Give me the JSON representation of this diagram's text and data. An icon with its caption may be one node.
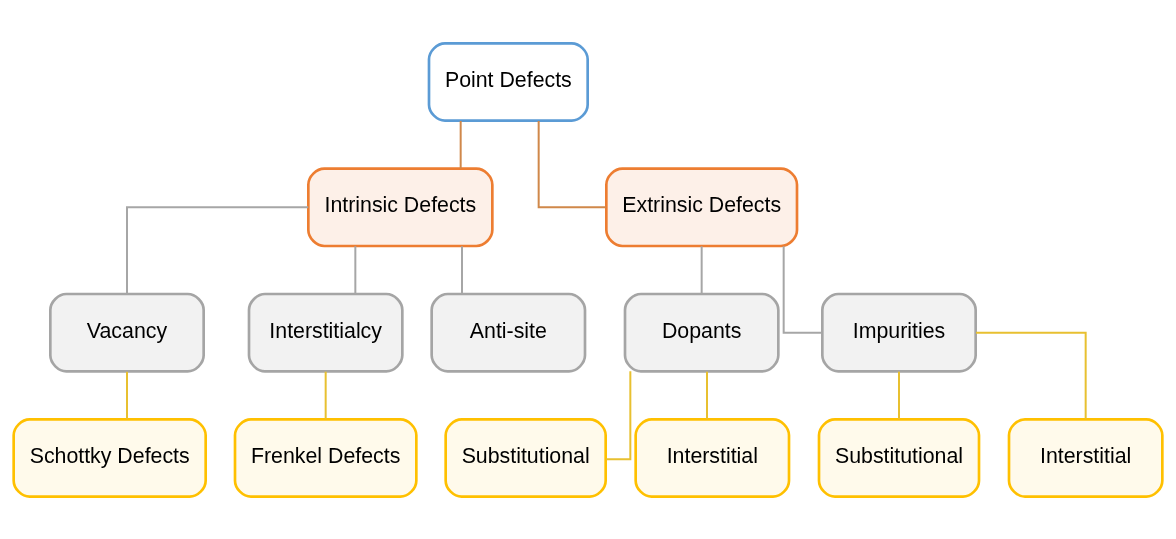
{
  "diagram": {
    "nodes": [
      {
        "text": [
          "Point Defects"
        ]
      },
      {
        "text": [
          "Intrinsic Defects"
        ]
      },
      {
        "text": [
          "Extrinsic Defects"
        ]
      },
      {
        "text": [
          "Vacancy"
        ]
      },
      {
        "text": [
          "Interstitialcy"
        ]
      },
      {
        "text": [
          "Anti-site"
        ]
      },
      {
        "text": [
          "Dopants"
        ]
      },
      {
        "text": [
          "Impurities"
        ]
      },
      {
        "text": [
          "Schottky Defects"
        ]
      },
      {
        "text": [
          "Frenkel Defects"
        ]
      },
      {
        "text": [
          "Substitutional"
        ]
      },
      {
        "text": [
          "Interstitial"
        ]
      },
      {
        "text": [
          "Substitutional"
        ]
      },
      {
        "text": [
          "Interstitial"
        ]
      }
    ],
    "edges": [
      {
        "from": 0,
        "to": 1,
        "arrow": "none",
        "color": "#d0884a"
      },
      {
        "from": 0,
        "to": 2,
        "arrow": "none",
        "color": "#d0884a"
      },
      {
        "from": 1,
        "to": 3,
        "arrow": "none",
        "color": "#a6a6a6"
      },
      {
        "from": 1,
        "to": 4,
        "arrow": "none",
        "color": "#a6a6a6"
      },
      {
        "from": 1,
        "to": 5,
        "arrow": "none",
        "color": "#a6a6a6"
      },
      {
        "from": 2,
        "to": 6,
        "arrow": "none",
        "color": "#a6a6a6"
      },
      {
        "from": 2,
        "to": 7,
        "arrow": "none",
        "color": "#a6a6a6"
      },
      {
        "from": 3,
        "to": 8,
        "arrow": "none"
      },
      {
        "from": 4,
        "to": 9,
        "arrow": "none"
      },
      {
        "from": 6,
        "to": 10,
        "arrow": "none"
      },
      {
        "from": 6,
        "to": 11,
        "arrow": "none"
      },
      {
        "from": 7,
        "to": 12,
        "arrow": "none"
      },
      {
        "from": 7,
        "to": 13,
        "arrow": "none"
      }
    ]
  }
}
